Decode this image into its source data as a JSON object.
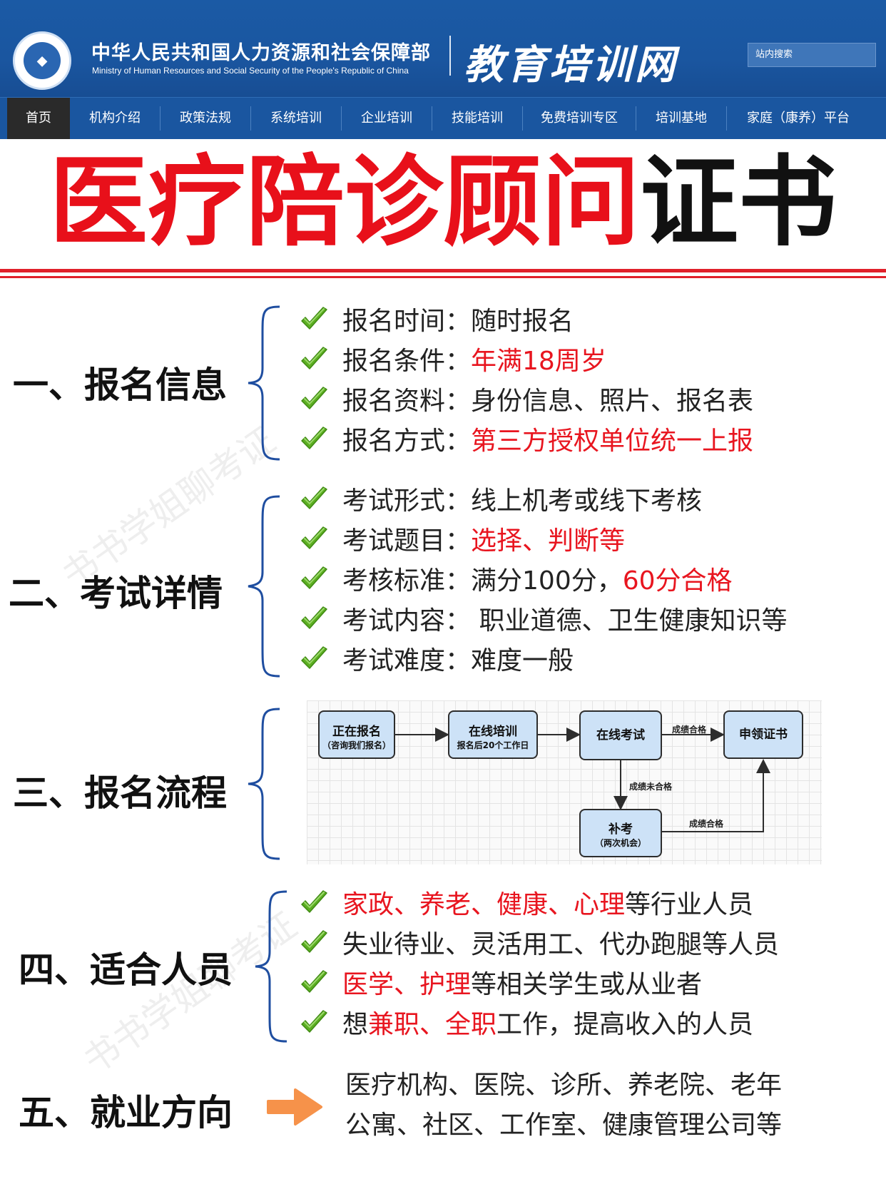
{
  "header": {
    "ministry_cn": "中华人民共和国人力资源和社会保障部",
    "ministry_en": "Ministry of Human Resources and Social Security of the People's Republic of China",
    "brand": "教育培训网",
    "search_placeholder": "站内搜索"
  },
  "nav": {
    "items": [
      "首页",
      "机构介绍",
      "政策法规",
      "系统培训",
      "企业培训",
      "技能培训",
      "免费培训专区",
      "培训基地",
      "家庭（康养）平台"
    ]
  },
  "title": {
    "red_part": "医疗陪诊顾问",
    "black_part": "证书"
  },
  "watermark": "书书学姐聊考证",
  "sections": {
    "s1": {
      "title": "一、报名信息",
      "items": [
        {
          "label": "报名时间：",
          "value": "随时报名",
          "value_red": ""
        },
        {
          "label": "报名条件：",
          "value": "",
          "value_red": "年满18周岁"
        },
        {
          "label": "报名资料：",
          "value": "身份信息、照片、报名表",
          "value_red": ""
        },
        {
          "label": "报名方式：",
          "value": "",
          "value_red": "第三方授权单位统一上报"
        }
      ]
    },
    "s2": {
      "title": "二、考试详情",
      "items": [
        {
          "label": "考试形式：",
          "value": "线上机考或线下考核",
          "value_red": ""
        },
        {
          "label": "考试题目：",
          "value": "",
          "value_red": "选择、判断等"
        },
        {
          "label": "考核标准：",
          "value": "满分100分，",
          "value_red": "60分合格"
        },
        {
          "label": "考试内容：",
          "value": " 职业道德、卫生健康知识等",
          "value_red": ""
        },
        {
          "label": "考试难度：",
          "value": "难度一般",
          "value_red": ""
        }
      ]
    },
    "s3": {
      "title": "三、报名流程",
      "flow": {
        "box1": {
          "line1": "正在报名",
          "line2": "（咨询我们报名）"
        },
        "box2": {
          "line1": "在线培训",
          "line2": "报名后20个工作日"
        },
        "box3": {
          "line1": "在线考试"
        },
        "box4": {
          "line1": "申领证书"
        },
        "box5": {
          "line1": "补考",
          "line2": "（两次机会）"
        },
        "label_pass_1": "成绩合格",
        "label_fail": "成绩未合格",
        "label_pass_2": "成绩合格"
      }
    },
    "s4": {
      "title": "四、适合人员",
      "items": [
        {
          "red": "家政、养老、健康、心理",
          "rest": "等行业人员",
          "pre": ""
        },
        {
          "red": "",
          "rest": "失业待业、灵活用工、代办跑腿等人员",
          "pre": ""
        },
        {
          "red": "医学、护理",
          "rest": "等相关学生或从业者",
          "pre": ""
        },
        {
          "red": "兼职、全职",
          "rest": "工作，提高收入的人员",
          "pre": "想"
        }
      ]
    },
    "s5": {
      "title": "五、就业方向",
      "line1": "医疗机构、医院、诊所、养老院、老年",
      "line2": "公寓、社区、工作室、健康管理公司等"
    }
  },
  "colors": {
    "header_blue": "#1a56a0",
    "accent_red": "#e8151f",
    "check_green": "#5cae22",
    "arrow_orange": "#f6924a"
  }
}
